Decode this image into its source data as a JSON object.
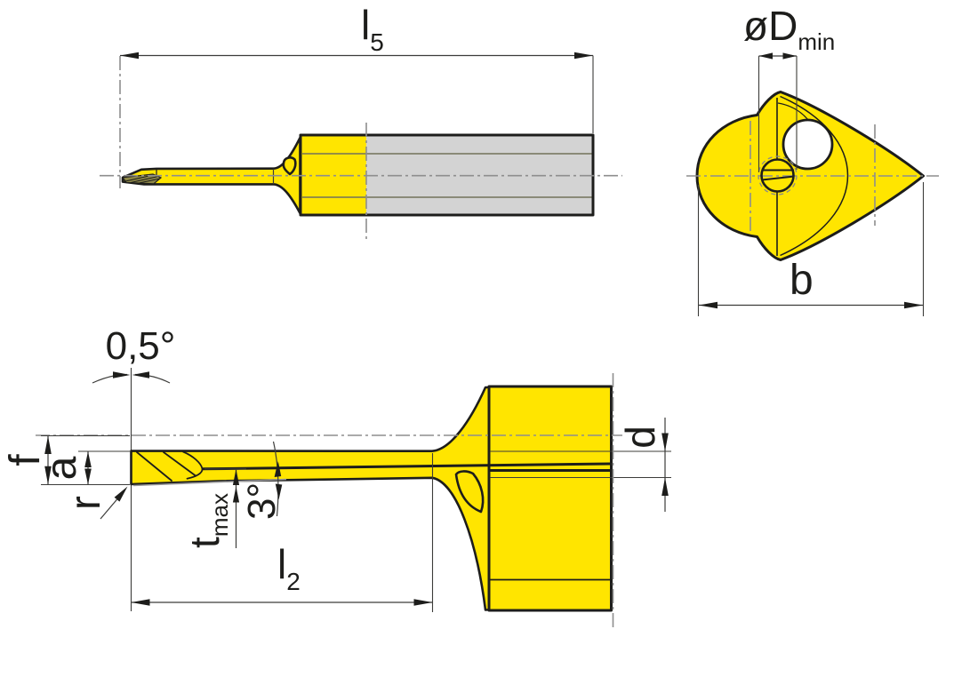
{
  "drawing": {
    "description": "Technical drawing of a miniature boring tool, three views with dimension labels",
    "colors": {
      "body_yellow": "#FFE500",
      "shank_gray": "#D3D3D3",
      "outline_black": "#1D1D1B",
      "centerline_gray": "#8E8E8E",
      "reference_gray": "#9A9A9A",
      "inner_line_olive": "#72725A",
      "tip_hatch_olive": "#8D8747",
      "background": "#FFFFFF"
    },
    "views": {
      "side": {
        "overall_length": {
          "main": "l",
          "sub": "5"
        }
      },
      "front": {
        "min_bore_diameter": {
          "main": "øD",
          "sub": "min"
        },
        "body_width": "b"
      },
      "detail": {
        "taper_angle": "0,5°",
        "tip_height": "f",
        "edge_height": "a",
        "corner_radius": "r",
        "max_depth": {
          "main": "t",
          "sub": "max"
        },
        "clearance_angle": "3°",
        "reach_length": {
          "main": "l",
          "sub": "2"
        },
        "shank_diameter": "d"
      }
    }
  }
}
